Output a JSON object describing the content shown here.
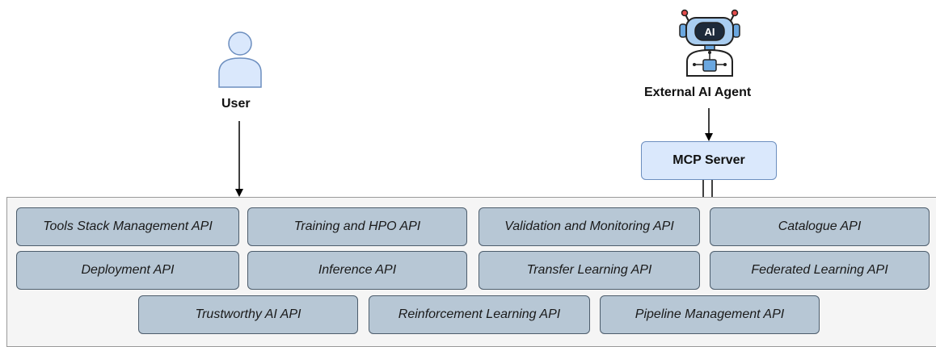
{
  "actors": {
    "user": {
      "label": "User"
    },
    "agent": {
      "label": "External AI Agent",
      "icon_text": "AI"
    }
  },
  "mcp_server": {
    "label": "MCP Server"
  },
  "apis": {
    "row1": [
      "Tools Stack Management API",
      "Training and HPO API",
      "Validation and Monitoring API",
      "Catalogue API"
    ],
    "row2": [
      "Deployment API",
      "Inference API",
      "Transfer Learning API",
      "Federated Learning API"
    ],
    "row3": [
      "Trustworthy AI API",
      "Reinforcement Learning API",
      "Pipeline Management API"
    ]
  },
  "colors": {
    "actor_fill": "#dae8fc",
    "actor_stroke": "#6c8ebf",
    "api_fill": "#b7c7d5",
    "api_stroke": "#4d5d6c",
    "platform_fill": "#f5f5f5"
  }
}
